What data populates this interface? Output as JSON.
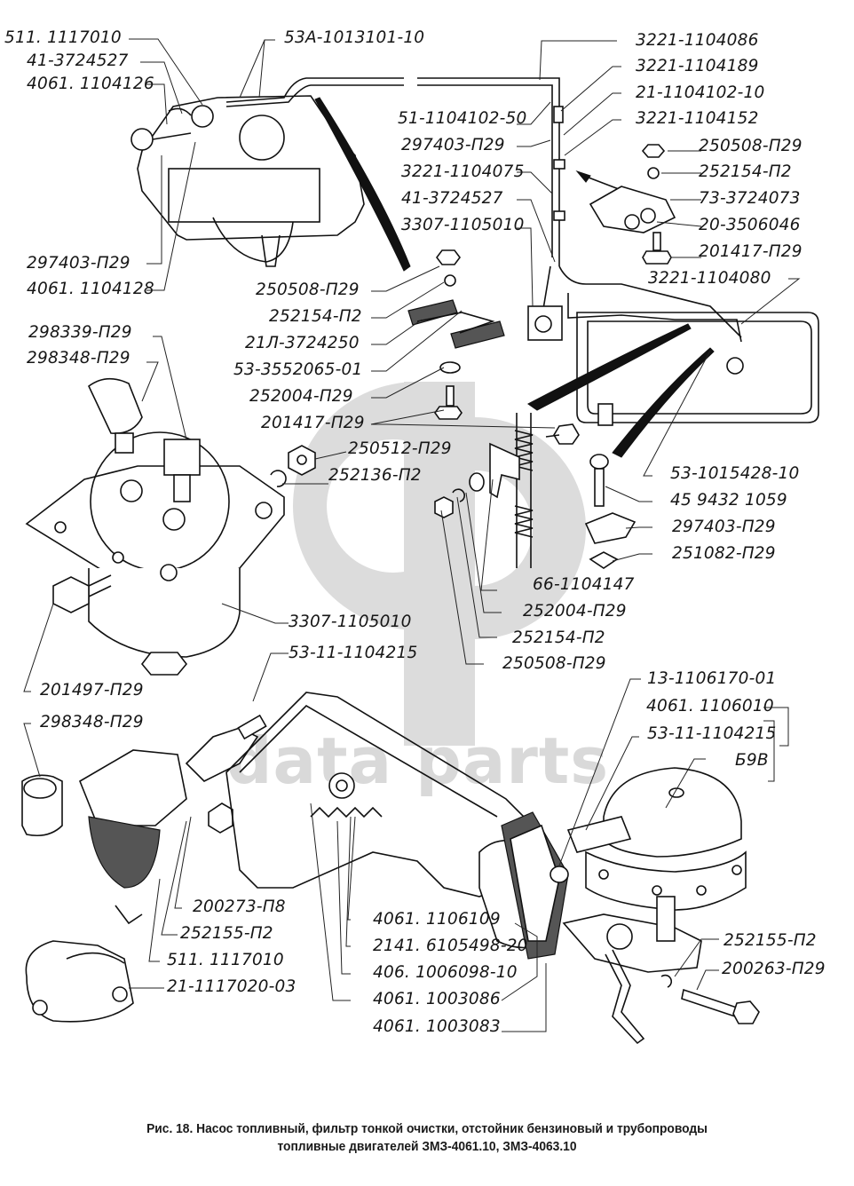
{
  "figure": {
    "number": "Рис. 18.",
    "caption_line1": "Рис. 18. Насос топливный, фильтр тонкой очистки, отстойник бензиновый и трубопроводы",
    "caption_line2": "топливные двигателей ЗМЗ-4061.10, ЗМЗ-4063.10"
  },
  "watermark": {
    "text": "data parts",
    "logo": "dp-monogram",
    "color": "#d9d9d9"
  },
  "labels": {
    "top_left": [
      "511. 1117010",
      "41-3724527",
      "4061. 1104126",
      "297403-П29",
      "4061. 1104128"
    ],
    "top_center": [
      "53А-1013101-10"
    ],
    "top_right": [
      "3221-1104086",
      "3221-1104189",
      "21-1104102-10",
      "3221-1104152"
    ],
    "pipe_left": [
      "51-1104102-50",
      "297403-П29",
      "3221-1104075",
      "41-3724527",
      "3307-1105010"
    ],
    "clamp_right": [
      "250508-П29",
      "252154-П2",
      "73-3724073",
      "20-3506046",
      "201417-П29"
    ],
    "tank": [
      "3221-1104080"
    ],
    "clamp_center": [
      "250508-П29",
      "252154-П2",
      "21Л-3724250",
      "53-3552065-01",
      "252004-П29",
      "201417-П29"
    ],
    "filter_top": [
      "298339-П29",
      "298348-П29"
    ],
    "filter_nuts": [
      "250512-П29",
      "252136-П2"
    ],
    "bracket": [
      "66-1104147",
      "252004-П29",
      "252154-П2",
      "250508-П29"
    ],
    "tank_bolt": [
      "53-1015428-10",
      "45 9432 1059",
      "297403-П29",
      "251082-П29"
    ],
    "filter_body": [
      "3307-1105010",
      "53-11-1104215",
      "201497-П29"
    ],
    "pump_top": [
      "13-1106170-01",
      "4061. 1106010",
      "53-11-1104215",
      "Б9В"
    ],
    "sediment": [
      "298348-П29",
      "200273-П8",
      "252155-П2",
      "511. 1117010",
      "21-1117020-03"
    ],
    "block": [
      "4061. 1106109",
      "2141. 6105498-20",
      "406. 1006098-10",
      "4061. 1003086",
      "4061. 1003083"
    ],
    "pump_bottom": [
      "252155-П2",
      "200263-П29"
    ]
  }
}
